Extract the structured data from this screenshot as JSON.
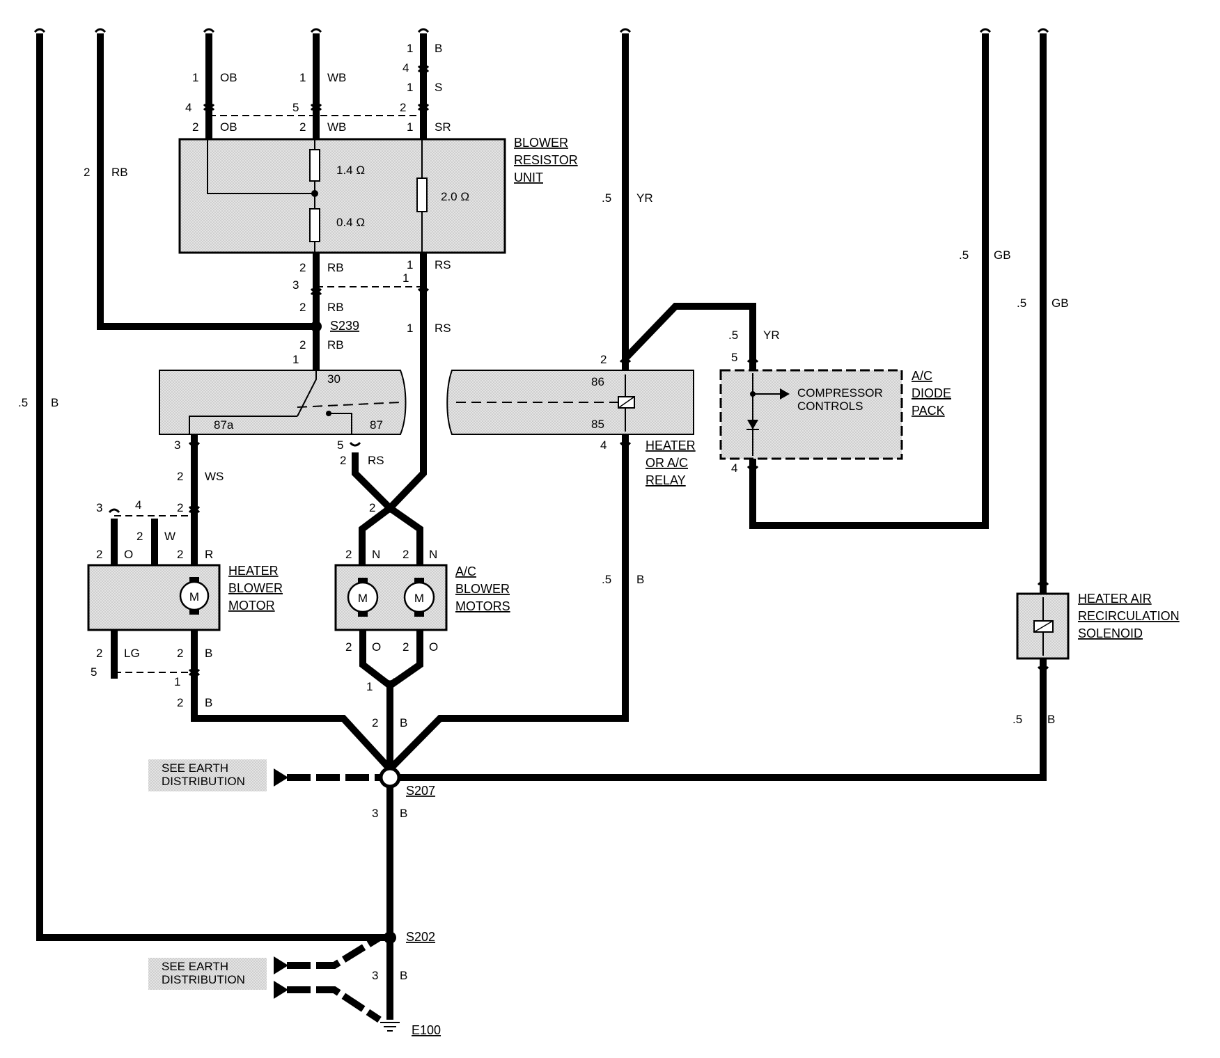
{
  "components": {
    "blower_resistor": {
      "lines": [
        "BLOWER",
        "RESISTOR",
        "UNIT"
      ],
      "r1": "1.4 Ω",
      "r2": "0.4 Ω",
      "r3": "2.0 Ω"
    },
    "relay_left": {
      "pins": [
        "30",
        "87a",
        "87"
      ]
    },
    "relay_right": {
      "lines": [
        "HEATER",
        "OR A/C",
        "RELAY"
      ],
      "pins": [
        "86",
        "85"
      ]
    },
    "diode_pack": {
      "lines": [
        "A/C",
        "DIODE",
        "PACK"
      ],
      "inner": [
        "COMPRESSOR",
        "CONTROLS"
      ]
    },
    "heater_blower": {
      "lines": [
        "HEATER",
        "BLOWER",
        "MOTOR"
      ]
    },
    "ac_blowers": {
      "lines": [
        "A/C",
        "BLOWER",
        "MOTORS"
      ]
    },
    "solenoid": {
      "lines": [
        "HEATER AIR",
        "RECIRCULATION",
        "SOLENOID"
      ]
    },
    "motor_symbol": "M"
  },
  "splices": {
    "s239": "S239",
    "s207": "S207",
    "s202": "S202",
    "e100": "E100"
  },
  "earth_refs": {
    "line1": "SEE EARTH",
    "line2": "DISTRIBUTION"
  },
  "wires": {
    "a": ".5",
    "b": "B",
    "c": "2",
    "d": "RB",
    "e": "1",
    "f": "OB",
    "g": "1",
    "h": "WB",
    "i": "1",
    "j": "B",
    "k": "4",
    "l": "1",
    "m": "S",
    "n": "4",
    "o": "5",
    "p": "2",
    "q": "2",
    "r": "OB",
    "s": "2",
    "t": "WB",
    "u": "1",
    "v": "SR",
    "w": "2",
    "x": "RB",
    "y": "1",
    "z": "RS",
    "aa": "3",
    "ab": "1",
    "ac": "2",
    "ad": "RB",
    "ae": "2",
    "af": "RB",
    "ag": "1",
    "ah": "1",
    "ai": "RS",
    "aj": ".5",
    "ak": "YR",
    "al": ".5",
    "am": "GB",
    "an": ".5",
    "ao": "GB",
    "ap": ".5",
    "aq": "YR",
    "ar": "5",
    "as": "2",
    "at": "4",
    "au": "4",
    "av": "3",
    "aw": "2",
    "ax": "WS",
    "ay": "5",
    "az": "2",
    "ba": "RS",
    "bb": "3",
    "bc": "4",
    "bd": "2",
    "be": "2",
    "bf": "W",
    "bg": "2",
    "bh": "O",
    "bi": "2",
    "bj": "R",
    "bk": "2",
    "bl": "2",
    "bm": "N",
    "bn": "2",
    "bo": "N",
    "bp": ".5",
    "bq": "B",
    "br": "2",
    "bs": "LG",
    "bt": "2",
    "bu": "B",
    "bv": "5",
    "bw": "1",
    "bx": "2",
    "by": "B",
    "bz": "2",
    "ca": "O",
    "cb": "2",
    "cc": "O",
    "cd": "1",
    "ce": "2",
    "cf": "B",
    "cg": ".5",
    "ch": "B",
    "ci": "3",
    "cj": "B",
    "ck": "3",
    "cl": "B"
  }
}
